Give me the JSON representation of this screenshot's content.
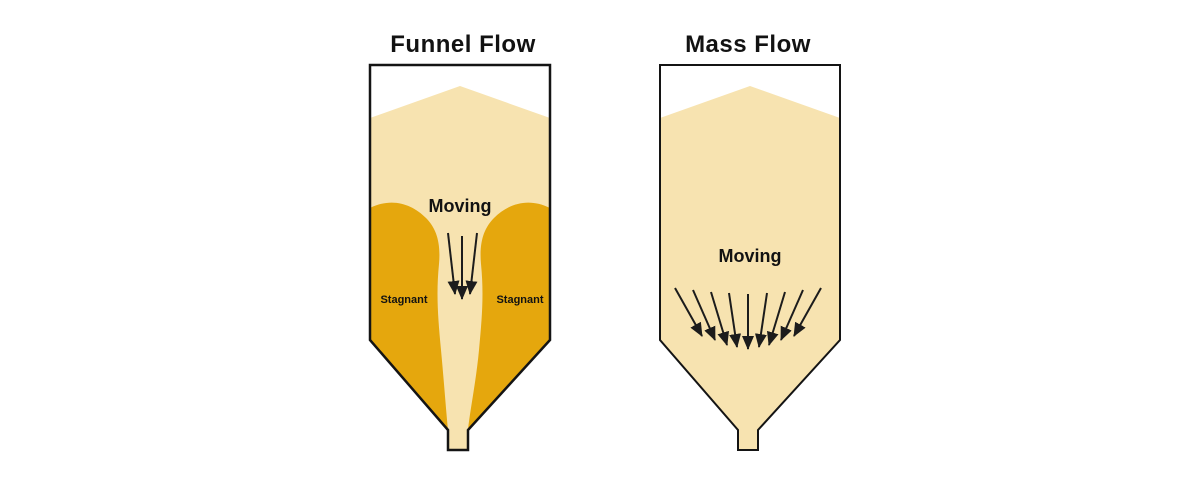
{
  "colors": {
    "background": "#ffffff",
    "material": "#F7E3B0",
    "stagnant": "#E5A70D",
    "outline": "#141414",
    "arrow": "#1c1c1c"
  },
  "funnel_flow": {
    "title": "Funnel Flow",
    "moving_label": "Moving",
    "stagnant_left_label": "Stagnant",
    "stagnant_right_label": "Stagnant"
  },
  "mass_flow": {
    "title": "Mass Flow",
    "moving_label": "Moving"
  }
}
